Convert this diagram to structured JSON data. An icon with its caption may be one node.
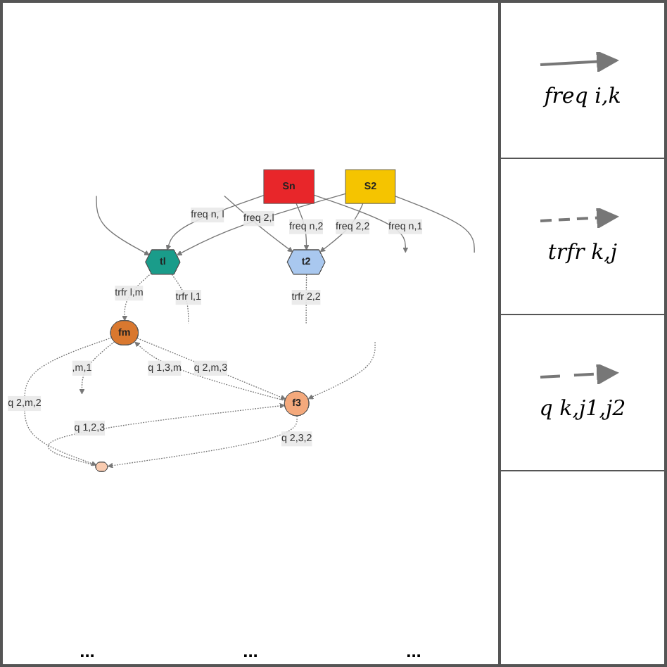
{
  "diagram": {
    "nodes": [
      {
        "text": [
          "S2"
        ]
      },
      {
        "text": [
          "Sn"
        ]
      },
      {
        "text": [
          "t2"
        ]
      },
      {
        "text": [
          "tl"
        ]
      },
      {
        "text": [],
        "shape": "circle"
      },
      {
        "text": [
          "f3"
        ]
      },
      {
        "text": [
          "fm"
        ]
      }
    ],
    "edges": [
      {
        "from": 0,
        "to": 2,
        "arrow": "to",
        "label": "freq 2,2"
      },
      {
        "from": 0,
        "to": 3,
        "arrow": "to",
        "label": "freq 2,l"
      },
      {
        "from": 1,
        "to": null,
        "arrow": "to",
        "label": "freq n,1"
      },
      {
        "from": 1,
        "to": 2,
        "arrow": "to",
        "label": "freq n,2"
      },
      {
        "from": 1,
        "to": 3,
        "arrow": "to",
        "label": "freq n, l"
      },
      {
        "from": null,
        "to": 2,
        "arrow": "to"
      },
      {
        "from": null,
        "to": 3,
        "arrow": "to"
      },
      {
        "from": 0,
        "to": null,
        "arrow": "none"
      },
      {
        "from": 3,
        "to": null,
        "arrow": "none",
        "style": "dashed",
        "label": "trfr l,1"
      },
      {
        "from": 3,
        "to": 6,
        "arrow": "to",
        "style": "dashed",
        "label": "trfr l,m"
      },
      {
        "from": 2,
        "to": null,
        "arrow": "none",
        "style": "dashed",
        "label": "trfr 2,2"
      },
      {
        "from": null,
        "to": 5,
        "arrow": "to",
        "style": "dashed"
      },
      {
        "from": 4,
        "to": 5,
        "arrow": "to",
        "style": "dashed",
        "label": "q 1,2,3"
      },
      {
        "from": 5,
        "to": 4,
        "arrow": "to",
        "style": "dashed",
        "label": "q 2,3,2"
      },
      {
        "from": 5,
        "to": 6,
        "arrow": "to",
        "style": "dashed",
        "label": "q 1,3,m"
      },
      {
        "from": 6,
        "to": 5,
        "arrow": "to",
        "style": "dashed",
        "label": "q 2,m,3"
      },
      {
        "from": 6,
        "to": 4,
        "arrow": "to",
        "style": "dashed",
        "label": "q 2,m,2"
      },
      {
        "from": 6,
        "to": null,
        "arrow": "to",
        "style": "dashed",
        "label": ",m,1"
      }
    ],
    "labels": [
      "...",
      "...",
      "..."
    ],
    "legend": [
      {
        "text": "freq i,k"
      },
      {
        "text": "trfr k,j"
      },
      {
        "text": "q k,j1,j2"
      }
    ]
  }
}
